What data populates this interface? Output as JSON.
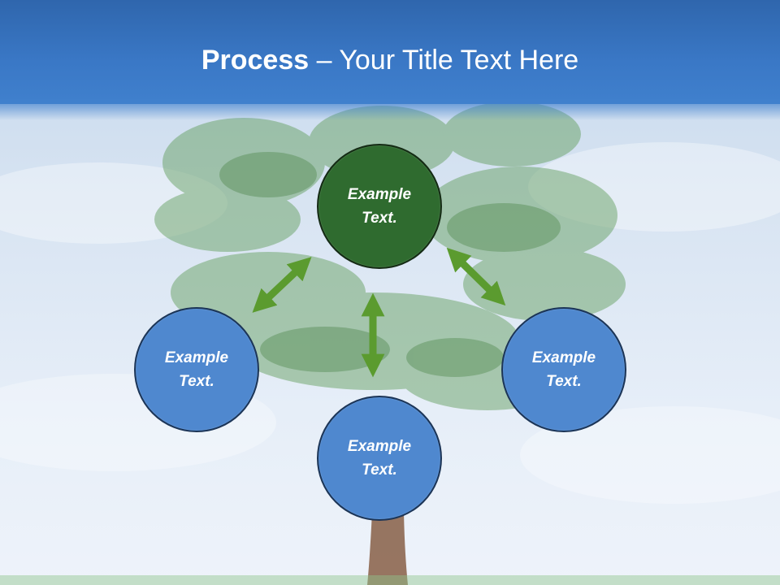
{
  "slide": {
    "title_bold": "Process",
    "title_rest": " – Your Title Text Here"
  },
  "nodes": {
    "center": {
      "text": "Example\nText."
    },
    "left": {
      "text": "Example\nText."
    },
    "right": {
      "text": "Example\nText."
    },
    "bottom": {
      "text": "Example\nText."
    }
  },
  "colors": {
    "header": "#3a78c6",
    "center_node": "#2f6b2f",
    "outer_node": "#4f88cf",
    "node_border": "#1c3557",
    "arrow": "#5b9b2f"
  }
}
